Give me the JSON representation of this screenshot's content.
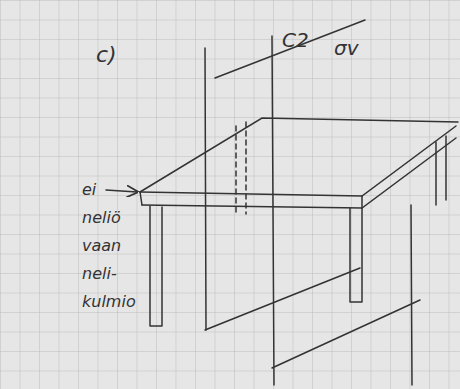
{
  "diagram": {
    "labels": [
      "c)",
      "C2",
      "σv",
      "ei neliö vaan neli- kulmio"
    ]
  }
}
